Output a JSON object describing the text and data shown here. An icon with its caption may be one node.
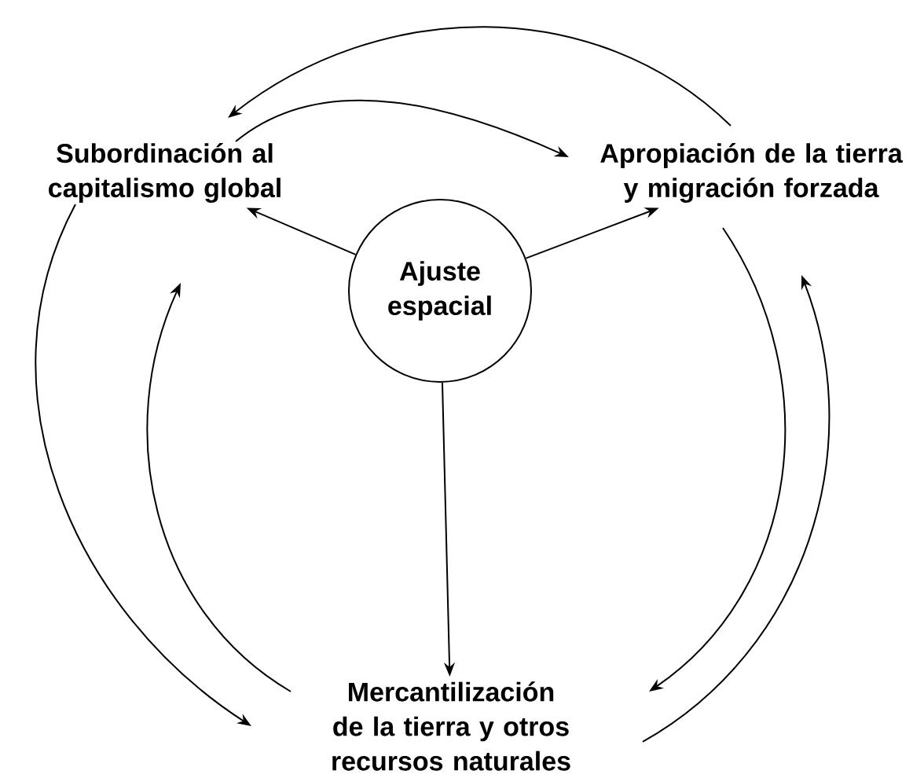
{
  "diagram": {
    "nodes": [
      {
        "text": [
          "Ajuste espacial"
        ]
      },
      {
        "text": [
          "Subordinación al capitalismo global"
        ]
      },
      {
        "text": [
          "Apropiación de la tierra y migración forzada"
        ]
      },
      {
        "text": [
          "Mercantilización de la tierra y otros recursos naturales"
        ]
      }
    ],
    "edges": [
      {
        "from": 0,
        "to": 1,
        "arrow": "to"
      },
      {
        "from": 0,
        "to": 2,
        "arrow": "to"
      },
      {
        "from": 0,
        "to": 3,
        "arrow": "to"
      },
      {
        "from": 2,
        "to": 1,
        "arrow": "to"
      },
      {
        "from": 1,
        "to": 2,
        "arrow": "to"
      },
      {
        "from": 2,
        "to": 3,
        "arrow": "to"
      },
      {
        "from": 3,
        "to": 2,
        "arrow": "to"
      },
      {
        "from": 1,
        "to": 3,
        "arrow": "to"
      },
      {
        "from": 3,
        "to": 1,
        "arrow": "to"
      }
    ]
  }
}
